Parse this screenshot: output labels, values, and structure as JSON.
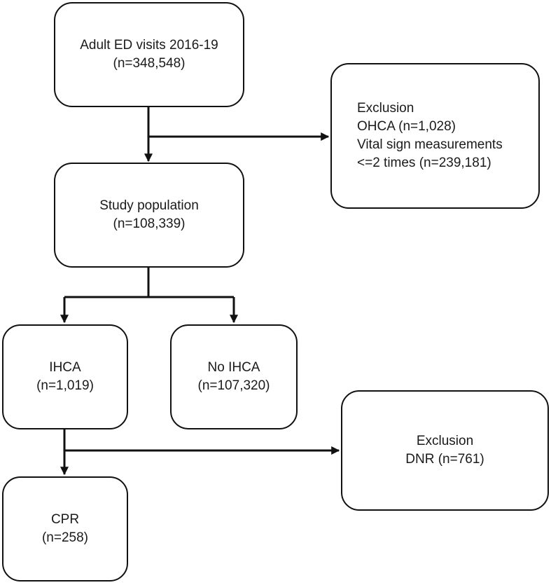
{
  "boxes": {
    "adult_ed": {
      "title": "Adult ED visits 2016-19",
      "count": "(n=348,548)"
    },
    "exclusion_1": {
      "title": "Exclusion",
      "line1": "OHCA (n=1,028)",
      "line2": "Vital sign measurements",
      "line3": "<=2 times (n=239,181)"
    },
    "study_population": {
      "title": "Study population",
      "count": "(n=108,339)"
    },
    "ihca": {
      "title": "IHCA",
      "count": "(n=1,019)"
    },
    "no_ihca": {
      "title": "No IHCA",
      "count": "(n=107,320)"
    },
    "exclusion_2": {
      "title": "Exclusion",
      "line1": "DNR (n=761)"
    },
    "cpr": {
      "title": "CPR",
      "count": "(n=258)"
    }
  }
}
